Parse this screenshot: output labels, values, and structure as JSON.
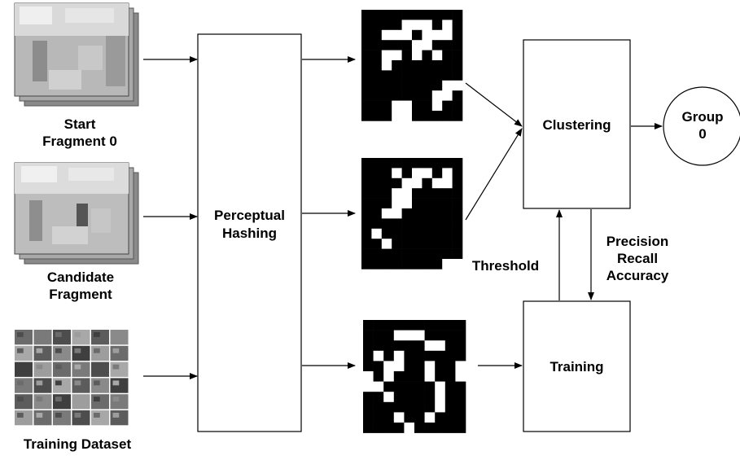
{
  "inputs": {
    "start_label_line1": "Start",
    "start_label_line2": "Fragment 0",
    "candidate_label_line1": "Candidate",
    "candidate_label_line2": "Fragment",
    "training_dataset_label": "Training Dataset"
  },
  "process": {
    "hashing_line1": "Perceptual",
    "hashing_line2": "Hashing",
    "clustering": "Clustering",
    "training": "Training",
    "threshold": "Threshold"
  },
  "metrics": {
    "line1": "Precision",
    "line2": "Recall",
    "line3": "Accuracy"
  },
  "output": {
    "group_line1": "Group",
    "group_line2": "0"
  },
  "hash_patterns": {
    "hash1": [
      "0000000000",
      "0000111010",
      "0011101110",
      "0000011000",
      "0011010100",
      "0010000000",
      "0000000000",
      "0000000011",
      "0000000110",
      "0001100100",
      "0001100000"
    ],
    "hash2": [
      "0000000000",
      "0001011010",
      "0000110110",
      "0001100000",
      "0001100000",
      "0011000000",
      "0000000000",
      "0100000000",
      "0010000000",
      "0000000000",
      "0000000011"
    ],
    "hash3": [
      "0000000000",
      "0001110000",
      "0000001100",
      "0101000000",
      "0011001001",
      "1010001001",
      "1100000100",
      "0010000100",
      "0000000100",
      "0001001000",
      "0000100000"
    ]
  }
}
